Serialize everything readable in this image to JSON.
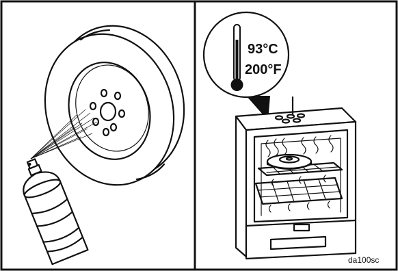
{
  "figure": {
    "left_panel": {
      "objects": [
        "brake-rotor",
        "aerosol-spray-can"
      ]
    },
    "right_panel": {
      "objects": [
        "oven",
        "thermometer-callout",
        "rotor-on-rack"
      ],
      "callout": {
        "temp_c": "93°C",
        "temp_f": "200°F"
      }
    },
    "code": "da100sc"
  },
  "icons": {
    "thermometer": "thermometer-icon",
    "spray_can": "spray-can-icon",
    "rotor": "brake-rotor-icon",
    "oven": "oven-icon"
  },
  "colors": {
    "line": "#111111",
    "background": "#ffffff"
  }
}
